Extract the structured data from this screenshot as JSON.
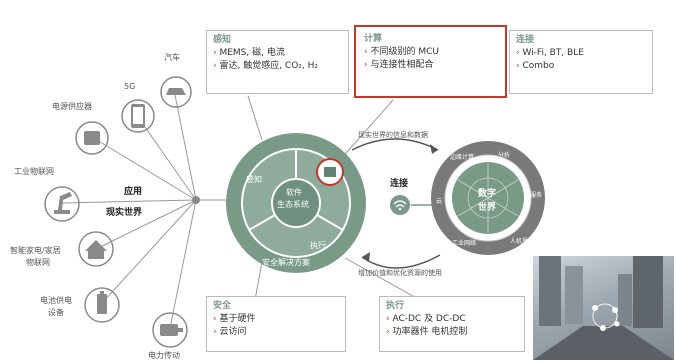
{
  "left_devices": {
    "car": "汽车",
    "fiveg": "5G",
    "power_supply": "电源供应器",
    "iiot": "工业物联网",
    "smart_home_line1": "智能家电/家居",
    "smart_home_line2": "物联网",
    "battery_line1": "电池供电",
    "battery_line2": "设备",
    "motor": "电力传动"
  },
  "application_label": "应用",
  "real_world_label": "现实世界",
  "sensing": {
    "title": "感知",
    "items": [
      "MEMS, 磁, 电流",
      "雷达, 触觉感应, CO₂, H₂"
    ]
  },
  "compute": {
    "title": "计算",
    "items": [
      "不同级别的 MCU",
      "与连接性相配合"
    ]
  },
  "connect": {
    "title": "连接",
    "items": [
      "Wi-Fi, BT, BLE",
      "Combo"
    ]
  },
  "security": {
    "title": "安全",
    "items": [
      "基于硬件",
      "云访问"
    ]
  },
  "actuation": {
    "title": "执行",
    "items": [
      "AC-DC 及 DC-DC",
      "功率器件 电机控制"
    ]
  },
  "wheel": {
    "sense": "感知",
    "execute": "执行",
    "center_line1": "软件",
    "center_line2": "生态系统",
    "bottom": "安全解决方案"
  },
  "connect_hub": "连接",
  "info_data_label": "现实世界的信息和数据",
  "value_label": "增加价值和优化资源的使用",
  "digital_world": {
    "center_line1": "数字",
    "center_line2": "世界",
    "ring_labels": [
      "边缘计算",
      "分析",
      "服务",
      "人机界面",
      "工业网络",
      "云"
    ]
  },
  "colors": {
    "green": "#7a9a88",
    "dark_green": "#5f8572",
    "red": "#c0392b",
    "gray": "#7a7a7a"
  }
}
